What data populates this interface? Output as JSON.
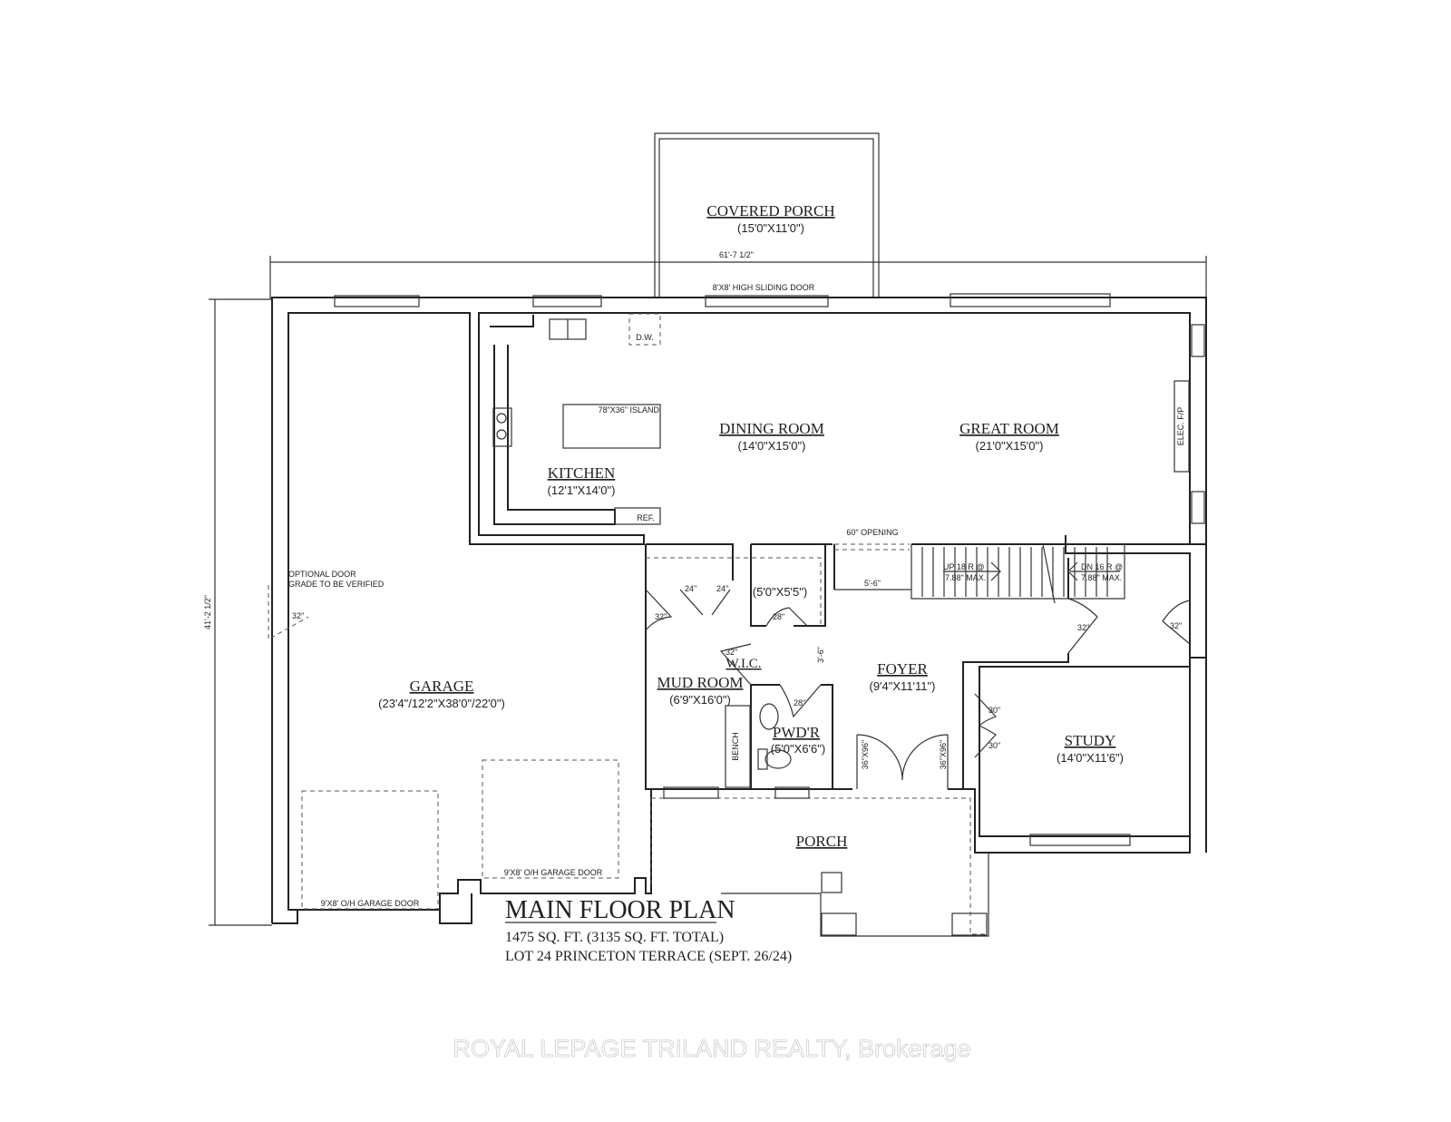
{
  "rooms": {
    "covered_porch": {
      "name": "COVERED PORCH",
      "size": "(15'0\"X11'0\")"
    },
    "kitchen": {
      "name": "KITCHEN",
      "size": "(12'1\"X14'0\")"
    },
    "dining_room": {
      "name": "DINING ROOM",
      "size": "(14'0\"X15'0\")"
    },
    "great_room": {
      "name": "GREAT ROOM",
      "size": "(21'0\"X15'0\")"
    },
    "wic": {
      "name": "W.I.C.",
      "size": "(5'0\"X5'5\")"
    },
    "mud_room": {
      "name": "MUD ROOM",
      "size": "(6'9\"X16'0\")"
    },
    "powder": {
      "name": "PWD'R",
      "size": "(5'0\"X6'6\")"
    },
    "foyer": {
      "name": "FOYER",
      "size": "(9'4\"X11'11\")"
    },
    "study": {
      "name": "STUDY",
      "size": "(14'0\"X11'6\")"
    },
    "garage": {
      "name": "GARAGE",
      "size": "(23'4\"/12'2\"X38'0\"/22'0\")"
    },
    "porch": {
      "name": "PORCH"
    }
  },
  "labels": {
    "overall_width": "61'-7 1/2\"",
    "overall_depth": "41'-2 1/2\"",
    "sliding_door": "8'X8' HIGH SLIDING DOOR",
    "dishwasher": "D.W.",
    "island": "78\"X36\" ISLAND",
    "fireplace": "ELEC. F/P",
    "fridge": "REF.",
    "opening": "60\" OPENING",
    "stairs_up_1": "UP 18 R @",
    "stairs_up_2": "7.88\" MAX.",
    "stairs_dn_1": "DN 16 R @",
    "stairs_dn_2": "7.88\" MAX.",
    "hall_width": "5'-6\"",
    "hall_width_2": "3'-6\"",
    "door_24": "24\"",
    "door_32": "32\"",
    "door_28": "28\"",
    "door_30": "30\"",
    "door_36x96": "36\"X96\"",
    "bench": "BENCH",
    "optional_door_1": "OPTIONAL DOOR",
    "optional_door_2": "GRADE TO BE VERIFIED",
    "garage_door": "9'X8' O/H GARAGE DOOR"
  },
  "title_block": {
    "title": "MAIN FLOOR PLAN",
    "area": "1475 SQ. FT. (3135 SQ. FT. TOTAL)",
    "lot": "LOT 24 PRINCETON TERRACE (SEPT. 26/24)"
  },
  "watermark": "ROYAL LEPAGE TRILAND REALTY, Brokerage"
}
